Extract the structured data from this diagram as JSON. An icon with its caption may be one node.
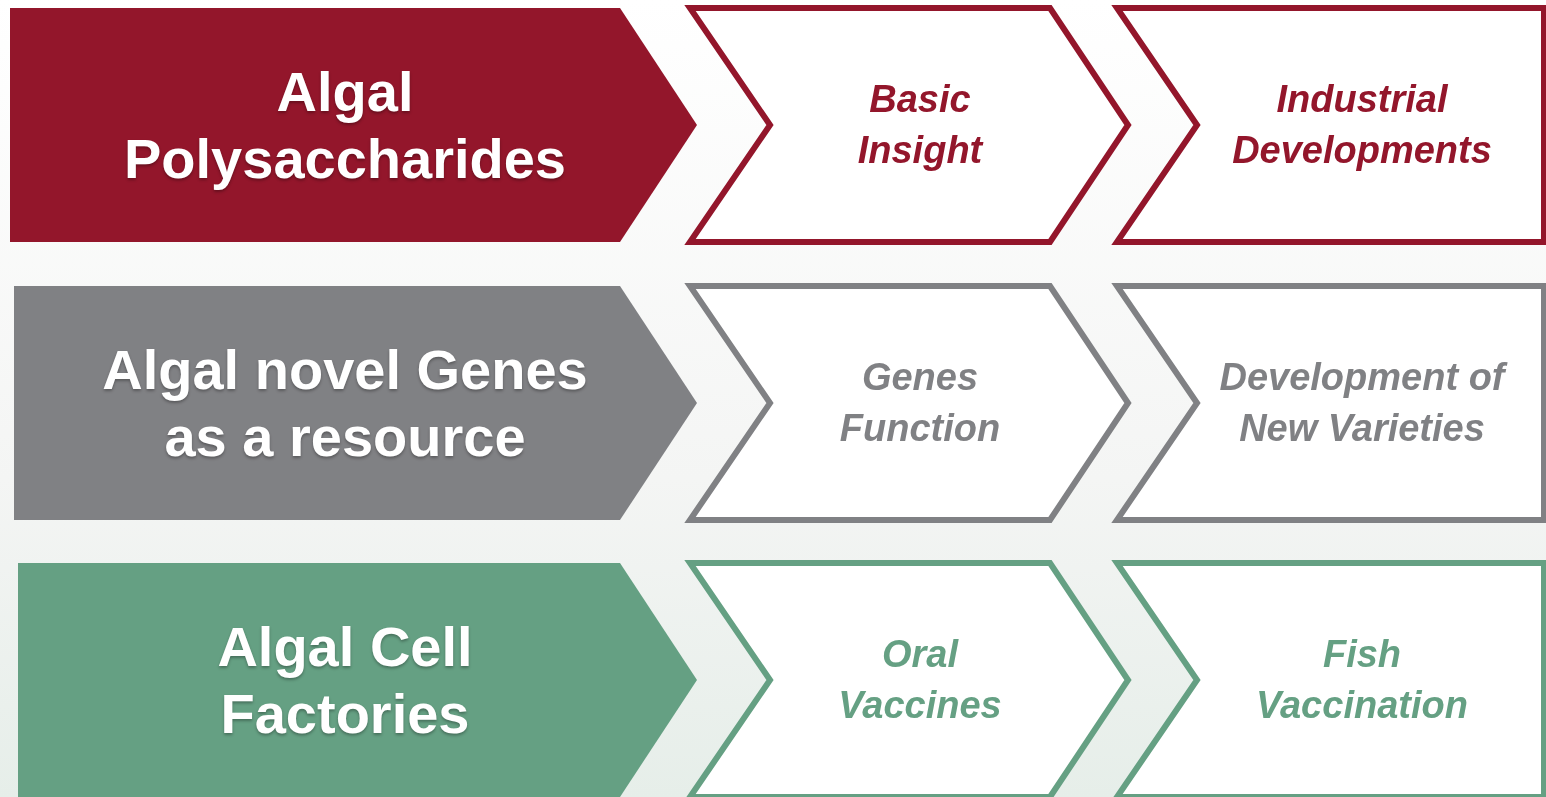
{
  "diagram": {
    "nodes": [
      {
        "text": [
          "Algal Polysaccharides"
        ]
      },
      {
        "text": [
          "Basic Insight"
        ]
      },
      {
        "text": [
          "Industrial Developments"
        ]
      },
      {
        "text": [
          "Algal novel Genes as a resource"
        ]
      },
      {
        "text": [
          "Genes Function"
        ]
      },
      {
        "text": [
          "Development of New Varieties"
        ]
      },
      {
        "text": [
          "Algal Cell Factories"
        ]
      },
      {
        "text": [
          "Oral Vaccines"
        ]
      },
      {
        "text": [
          "Fish Vaccination"
        ]
      }
    ]
  }
}
